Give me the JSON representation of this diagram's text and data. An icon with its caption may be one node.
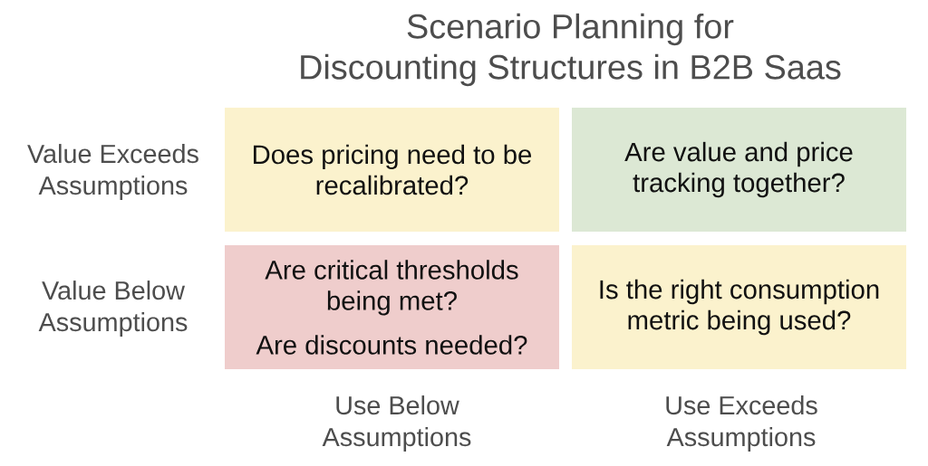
{
  "diagram": {
    "title": "Scenario Planning for Discounting Structures in B2B Saas",
    "nodes": [
      {
        "text": [
          "Does pricing need to be recalibrated?"
        ]
      },
      {
        "text": [
          "Are value and price tracking together?"
        ]
      },
      {
        "text": [
          "Are critical thresholds being met?",
          "Are discounts needed?"
        ]
      },
      {
        "text": [
          "Is the right consumption metric being used?"
        ]
      }
    ],
    "labels": [
      "Value Exceeds Assumptions",
      "Value Below Assumptions",
      "Use Below Assumptions",
      "Use Exceeds Assumptions"
    ]
  }
}
